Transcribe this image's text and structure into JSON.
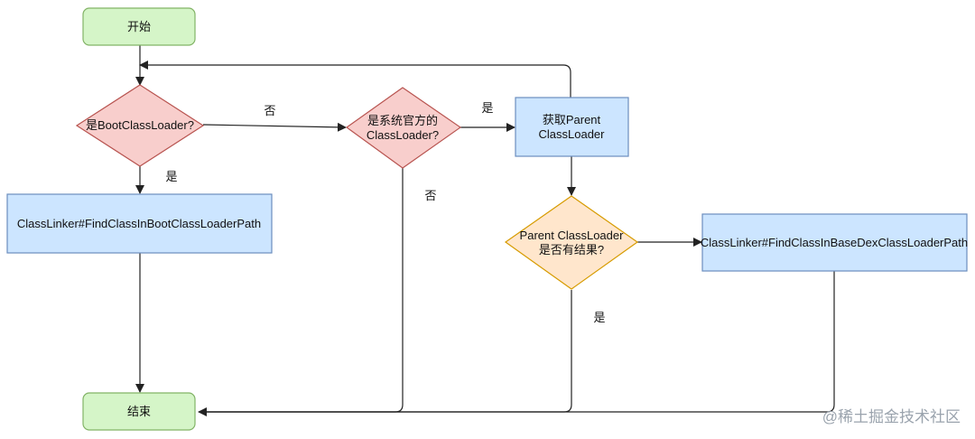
{
  "nodes": {
    "start": "开始",
    "is_boot": "是BootClassLoader?",
    "is_system_line1": "是系统官方的",
    "is_system_line2": "ClassLoader?",
    "get_parent_line1": "获取Parent",
    "get_parent_line2": "ClassLoader",
    "boot_path": "ClassLinker#FindClassInBootClassLoaderPath",
    "parent_result_line1": "Parent ClassLoader",
    "parent_result_line2": "是否有结果?",
    "basedex_path": "ClassLinker#FindClassInBaseDexClassLoaderPath",
    "end": "结束"
  },
  "edge_labels": {
    "boot_no": "否",
    "boot_yes": "是",
    "system_yes": "是",
    "system_no": "否",
    "parent_yes": "是"
  },
  "watermark": "@稀土掘金技术社区",
  "colors": {
    "terminal_fill": "#d5f5c8",
    "terminal_stroke": "#82b366",
    "decision_fill": "#f8cecc",
    "decision_stroke": "#b85450",
    "process_fill": "#cce5ff",
    "process_stroke": "#6c8ebf",
    "decision2_fill": "#ffe6cc",
    "decision2_stroke": "#d79b00"
  }
}
